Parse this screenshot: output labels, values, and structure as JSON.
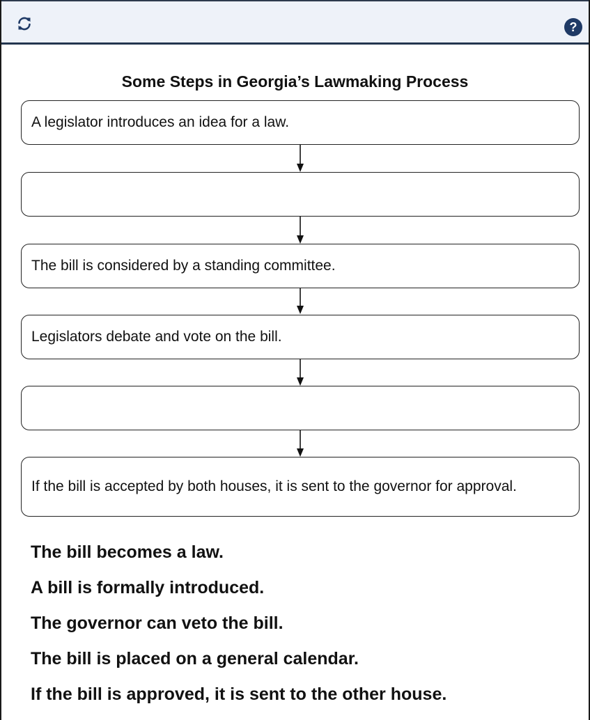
{
  "toolbar": {
    "reset_icon": "refresh-icon",
    "help_label": "?"
  },
  "diagram": {
    "title": "Some Steps in Georgia’s Lawmaking Process",
    "steps": [
      {
        "text": "A legislator introduces an idea for a law."
      },
      {
        "text": ""
      },
      {
        "text": "The bill is considered by a standing committee."
      },
      {
        "text": "Legislators debate and vote on the bill."
      },
      {
        "text": ""
      },
      {
        "text": "If the bill is accepted by both houses, it is sent to the governor for approval."
      }
    ]
  },
  "answer_choices": [
    "The bill becomes a law.",
    "A bill is formally introduced.",
    "The governor can veto the bill.",
    "The bill is placed on a general calendar.",
    "If the bill is approved, it is sent to the other house."
  ],
  "colors": {
    "toolbar_bg": "#eef2f9",
    "toolbar_border": "#23364f",
    "help_bg": "#1f3a66"
  }
}
